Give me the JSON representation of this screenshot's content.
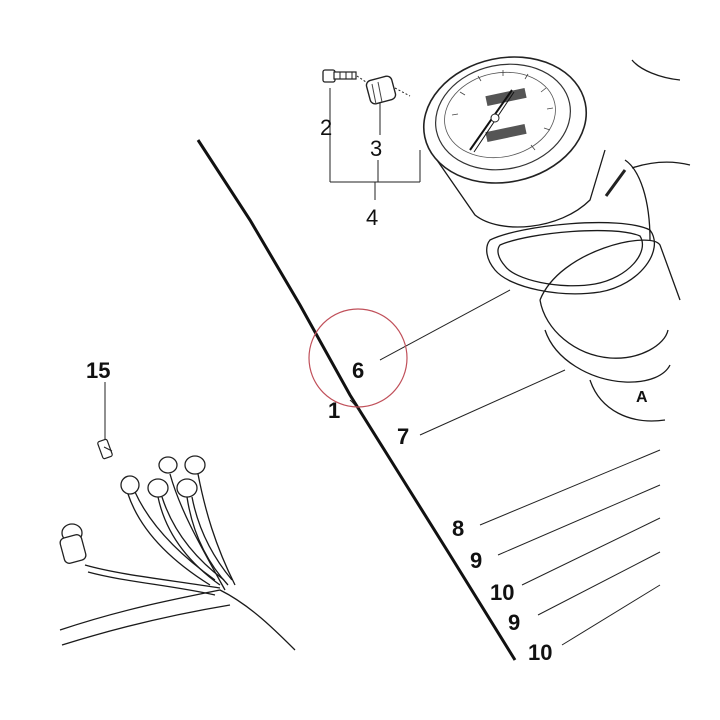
{
  "diagram": {
    "callouts": {
      "c1": "1",
      "c2": "2",
      "c3": "3",
      "c4": "4",
      "c6": "6",
      "c7": "7",
      "c8": "8",
      "c9a": "9",
      "c10a": "10",
      "c9b": "9",
      "c10b": "10",
      "c15": "15"
    },
    "gauge_letter": "A",
    "highlight_color": "#c0505a"
  }
}
